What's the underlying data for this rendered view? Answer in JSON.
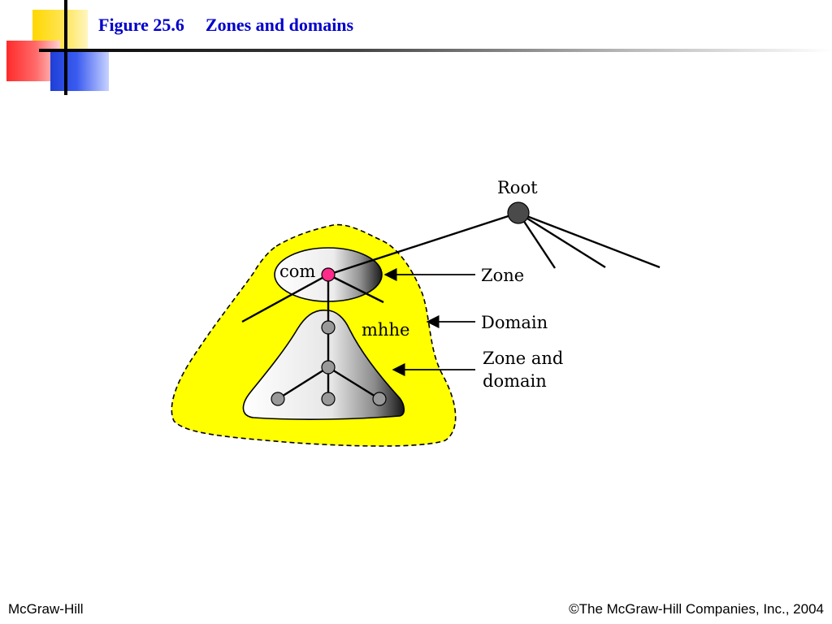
{
  "slide": {
    "figure_number": "Figure 25.6",
    "figure_title": "Zones and domains"
  },
  "diagram": {
    "root_label": "Root",
    "com_label": "com",
    "mhhe_label": "mhhe",
    "zone_label": "Zone",
    "domain_label": "Domain",
    "zone_and_domain_line1": "Zone and",
    "zone_and_domain_line2": "domain",
    "colors": {
      "domain_fill": "#ffff00",
      "com_node": "#ff2a8a",
      "root_node": "#4a4a4a",
      "child_node": "#999999"
    }
  },
  "footer": {
    "left": "McGraw-Hill",
    "right": "©The McGraw-Hill Companies, Inc., 2004"
  }
}
